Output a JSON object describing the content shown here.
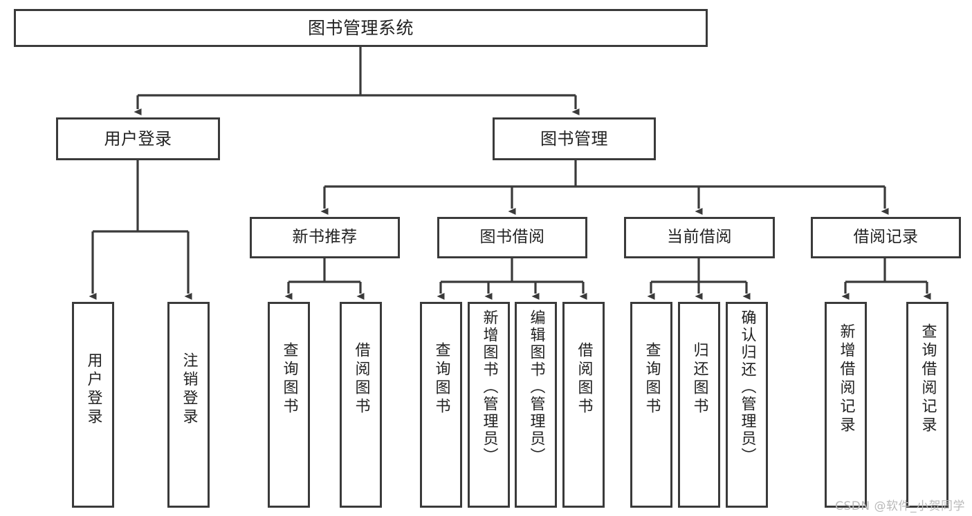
{
  "diagram": {
    "title": "图书管理系统",
    "watermark": "CSDN @软件_小贺同学",
    "root": {
      "label": "图书管理系统"
    },
    "level2": [
      {
        "label": "用户登录"
      },
      {
        "label": "图书管理"
      }
    ],
    "level3": [
      {
        "label": "新书推荐"
      },
      {
        "label": "图书借阅"
      },
      {
        "label": "当前借阅"
      },
      {
        "label": "借阅记录"
      }
    ],
    "leaves": {
      "user_login": [
        {
          "label": "用户登录"
        },
        {
          "label": "注销登录"
        }
      ],
      "new_book_recommend": [
        {
          "label": "查询图书"
        },
        {
          "label": "借阅图书"
        }
      ],
      "book_borrow": [
        {
          "label": "查询图书"
        },
        {
          "label": "新增图书（管理员）"
        },
        {
          "label": "编辑图书（管理员）"
        },
        {
          "label": "借阅图书"
        }
      ],
      "current_borrow": [
        {
          "label": "查询图书"
        },
        {
          "label": "归还图书"
        },
        {
          "label": "确认归还（管理员）"
        }
      ],
      "borrow_record": [
        {
          "label": "新增借阅记录"
        },
        {
          "label": "查询借阅记录"
        }
      ]
    },
    "colors": {
      "stroke": "#3a3a3a",
      "text": "#222222",
      "background": "#ffffff",
      "watermark": "#b9b9b9"
    }
  }
}
